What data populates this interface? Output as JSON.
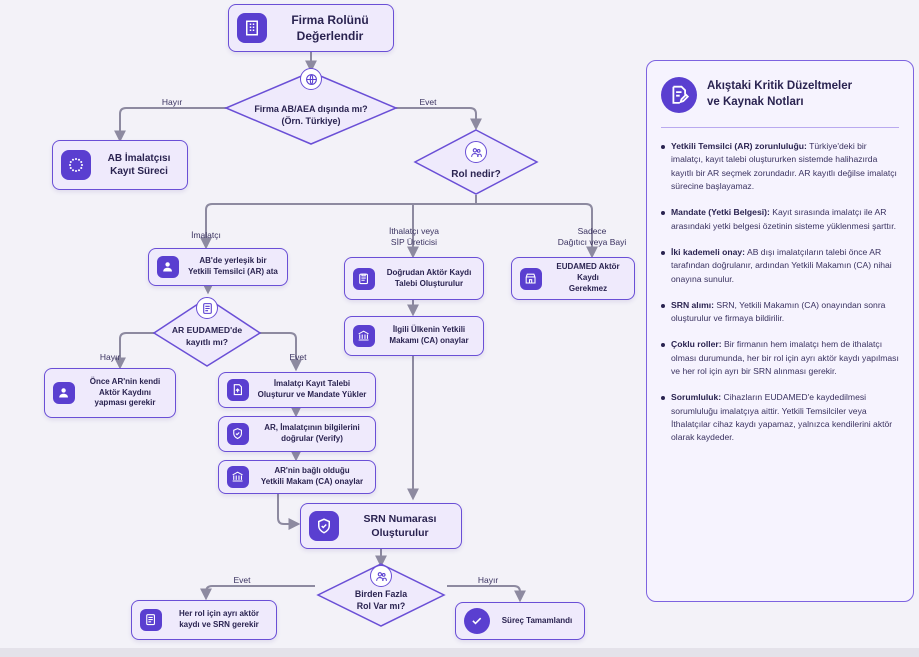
{
  "nodes": {
    "start": "Firma Rolünü\nDeğerlendir",
    "q_outside_eu": "Firma AB/AEA dışında mı?\n(Örn. Türkiye)",
    "eu_manufacturer": "AB İmalatçısı\nKayıt Süreci",
    "q_role": "Rol nedir?",
    "appoint_ar": "AB'de yerleşik bir\nYetkili Temsilci (AR) ata",
    "q_ar_registered": "AR EUDAMED'de\nkayıtlı mı?",
    "ar_first": "Önce AR'nin kendi\nAktör Kaydını\nyapması gerekir",
    "mfr_request": "İmalatçı Kayıt Talebi\nOluşturur ve Mandate Yükler",
    "ar_verify": "AR, İmalatçının bilgilerini\ndoğrular (Verify)",
    "ar_ca_approve": "AR'nin bağlı olduğu\nYetkili Makam (CA) onaylar",
    "direct_request": "Doğrudan Aktör Kaydı\nTalebi Oluşturulur",
    "country_ca": "İlgili Ülkenin Yetkili\nMakamı (CA) onaylar",
    "eudamed_not_required": "EUDAMED Aktör Kaydı\nGerekmez",
    "srn_created": "SRN Numarası\nOluşturulur",
    "q_multi_role": "Birden Fazla\nRol Var mı?",
    "separate_registration": "Her rol için ayrı aktör\nkaydı ve SRN gerekir",
    "process_done": "Süreç Tamamlandı"
  },
  "edge_labels": {
    "no_top": "Hayır",
    "yes_top": "Evet",
    "manufacturer": "İmalatçı",
    "importer": "İthalatçı veya\nSİP Üreticisi",
    "distributor": "Sadece\nDağıtıcı veya Bayi",
    "no_ar": "Hayır",
    "yes_ar": "Evet",
    "yes_multi": "Evet",
    "no_multi": "Hayır"
  },
  "panel": {
    "title": "Akıştaki Kritik Düzeltmeler\nve Kaynak Notları",
    "notes": [
      {
        "head": "Yetkili Temsilci (AR) zorunluluğu:",
        "text": " Türkiye'deki bir imalatçı, kayıt talebi oluştururken sistemde halihazırda kayıtlı bir AR seçmek zorundadır. AR kayıtlı değilse imalatçı sürecine başlayamaz."
      },
      {
        "head": "Mandate (Yetki Belgesi):",
        "text": " Kayıt sırasında imalatçı ile AR arasındaki yetki belgesi özetinin sisteme yüklenmesi şarttır."
      },
      {
        "head": "İki kademeli onay:",
        "text": " AB dışı imalatçıların talebi önce AR tarafından doğrulanır, ardından Yetkili Makamın (CA) nihai onayına sunulur."
      },
      {
        "head": "SRN alımı:",
        "text": " SRN, Yetkili Makamın (CA) onayından sonra oluşturulur ve firmaya bildirilir."
      },
      {
        "head": "Çoklu roller:",
        "text": " Bir firmanın hem imalatçı hem de ithalatçı olması durumunda, her bir rol için ayrı aktör kaydı yapılması ve her rol için ayrı bir SRN alınması gerekir."
      },
      {
        "head": "Sorumluluk:",
        "text": " Cihazların EUDAMED'e kaydedilmesi sorumluluğu imalatçıya aittir. Yetkili Temsilciler veya İthalatçılar cihaz kaydı yapamaz, yalnızca kendilerini aktör olarak kaydeder."
      }
    ]
  },
  "colors": {
    "accent": "#5a3fd0",
    "border": "#6a4fd6",
    "box_fill": "#efeafc",
    "line": "#8d8aa0"
  }
}
